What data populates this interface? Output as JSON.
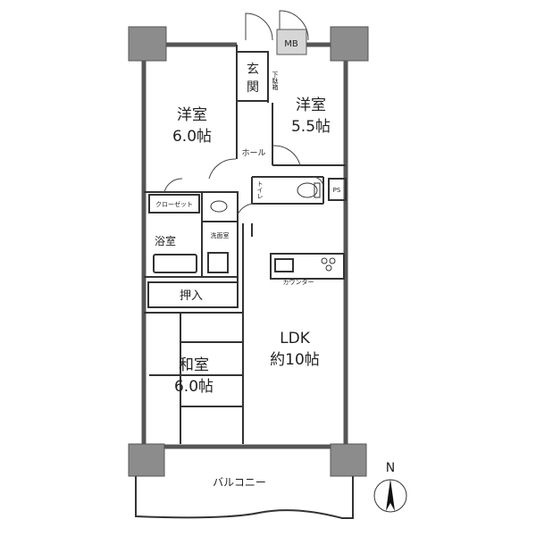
{
  "rooms": {
    "youshitsu_left": {
      "name": "洋室",
      "size": "6.0帖"
    },
    "youshitsu_right": {
      "name": "洋室",
      "size": "5.5帖"
    },
    "genkan": {
      "name1": "玄",
      "name2": "関"
    },
    "hall": "ホール",
    "mb": "MB",
    "shoe": "下駄箱",
    "toilet": "トイレ",
    "ps": "PS",
    "closet": "クローゼット",
    "bath": "浴室",
    "washroom": "洗面室",
    "oshiire": "押入",
    "counter": "カウンター",
    "ldk": {
      "name": "LDK",
      "size": "約10帖"
    },
    "washitsu": {
      "name": "和室",
      "size": "6.0帖"
    },
    "balcony": "バルコニー"
  },
  "compass": {
    "label": "N"
  },
  "colors": {
    "wall": "#8a8a8a",
    "column": "#8c8c8c",
    "line": "#333333"
  }
}
